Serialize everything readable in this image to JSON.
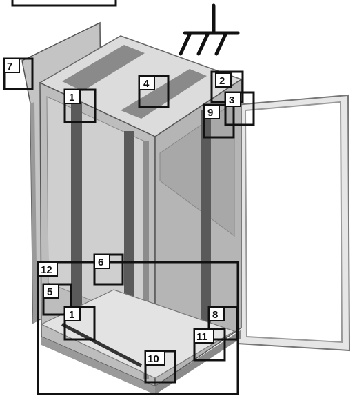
{
  "callouts": [
    {
      "id": "1a",
      "text": "1"
    },
    {
      "id": "1b",
      "text": "1"
    },
    {
      "id": "2",
      "text": "2"
    },
    {
      "id": "3",
      "text": "3"
    },
    {
      "id": "4",
      "text": "4"
    },
    {
      "id": "5",
      "text": "5"
    },
    {
      "id": "6",
      "text": "6"
    },
    {
      "id": "7",
      "text": "7"
    },
    {
      "id": "8",
      "text": "8"
    },
    {
      "id": "9",
      "text": "9"
    },
    {
      "id": "10",
      "text": "10"
    },
    {
      "id": "11",
      "text": "11"
    },
    {
      "id": "12",
      "text": "12"
    }
  ],
  "colors": {
    "outline": "#111111",
    "panel": "#c9c9c9",
    "panel_dark": "#9e9e9e",
    "rail": "#5a5a5a",
    "door_frame": "#d8d8d8"
  },
  "symbols": [
    "earth-ground-symbol"
  ]
}
